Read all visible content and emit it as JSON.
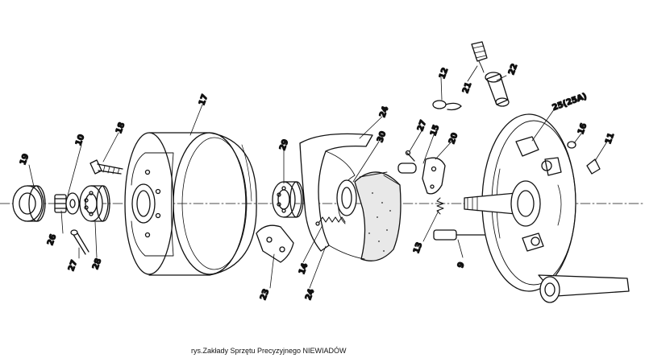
{
  "caption": "rys.Zakłady Sprzętu Precyzyjnego NIEWIADÓW",
  "callouts": {
    "n9": "9",
    "n10": "10",
    "n11": "11",
    "n12": "12",
    "n13": "13",
    "n14": "14",
    "n15": "15",
    "n16": "16",
    "n17": "17",
    "n18": "18",
    "n19": "19",
    "n20": "20",
    "n21": "21",
    "n22": "22",
    "n23": "23",
    "n24a": "24",
    "n24b": "24",
    "n25": "25(25A)",
    "n26": "26",
    "n27a": "27",
    "n27b": "27",
    "n28": "28",
    "n29": "29",
    "n30": "30"
  },
  "colors": {
    "ink": "#111111",
    "paper": "#ffffff"
  }
}
